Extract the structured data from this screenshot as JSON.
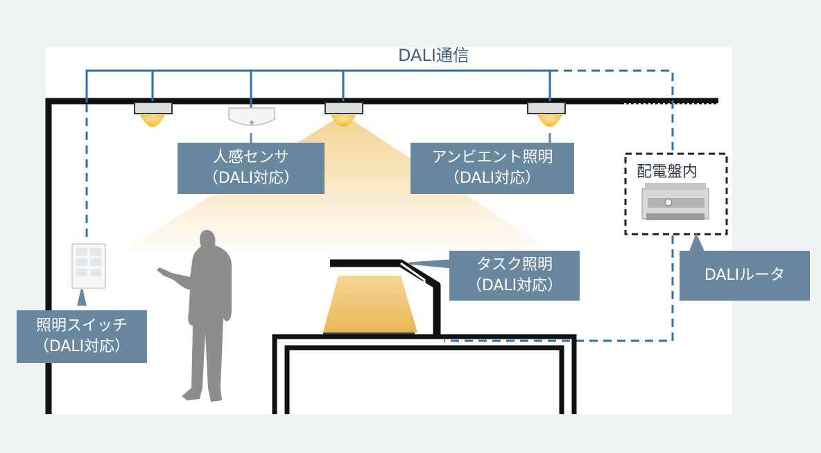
{
  "title": "DALI通信",
  "labels": {
    "sensor": {
      "line1": "人感センサ",
      "line2": "（DALI対応）"
    },
    "ambient": {
      "line1": "アンビエント照明",
      "line2": "（DALI対応）"
    },
    "task": {
      "line1": "タスク照明",
      "line2": "（DALI対応）"
    },
    "switch": {
      "line1": "照明スイッチ",
      "line2": "（DALI対応）"
    },
    "panel": "配電盤内",
    "router": "DALIルータ"
  },
  "colors": {
    "dali_line": "#2f6ea6",
    "label_bg": "#6a87a0",
    "structure": "#111111",
    "light_glow": "#f0c060",
    "person": "#8a8a8a"
  },
  "icons": [
    "ceiling-light-icon",
    "motion-sensor-icon",
    "wall-switch-icon",
    "person-icon",
    "distribution-board-icon",
    "desk-lamp-icon"
  ]
}
